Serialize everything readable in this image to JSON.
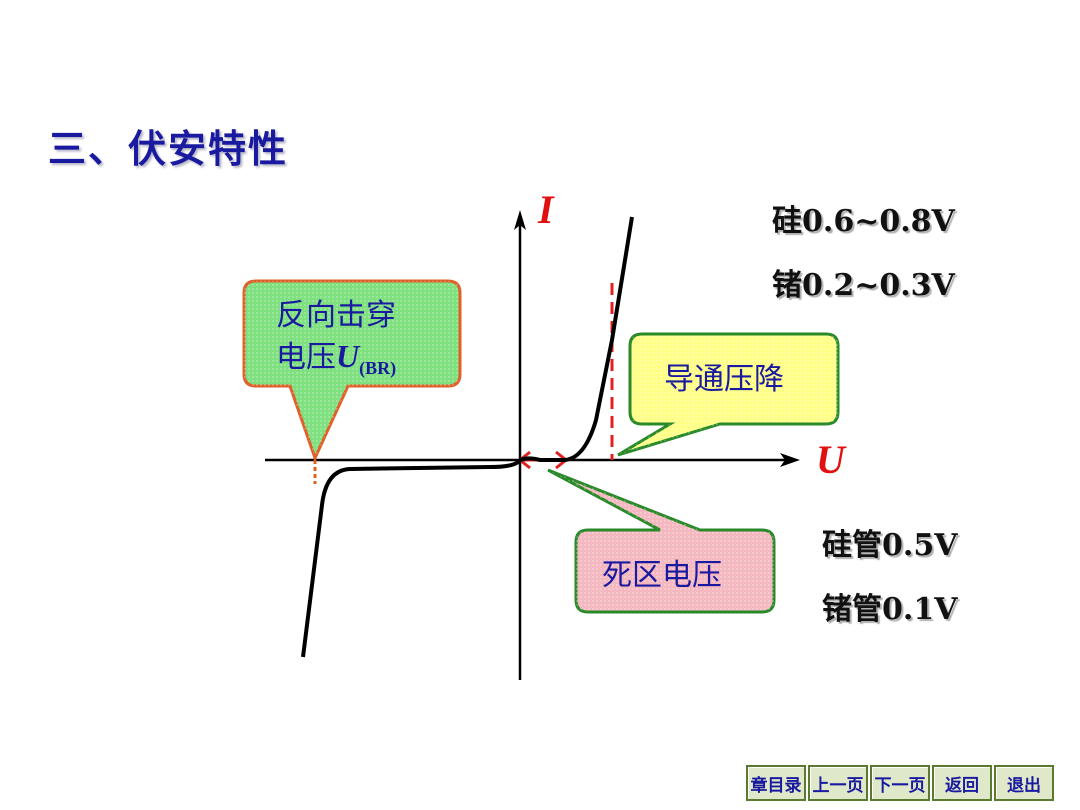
{
  "title": "三、伏安特性",
  "axes": {
    "y_label": "I",
    "x_label": "U"
  },
  "notes": {
    "si_turn_on": "硅0.6~0.8V",
    "ge_turn_on": "锗0.2~0.3V",
    "si_dead": "硅管0.5V",
    "ge_dead": "锗管0.1V"
  },
  "callouts": {
    "breakdown": {
      "line1": "反向击穿",
      "line2_prefix": "电压",
      "symbol": "U",
      "subscript": "(BR)"
    },
    "forward_drop": "导通压降",
    "dead_zone": "死区电压"
  },
  "colors": {
    "title": "#1a1aa0",
    "axis_label": "#e01010",
    "breakdown_fill": "#7ee07e",
    "forward_fill": "#ffff88",
    "dead_fill": "#f4b8c0",
    "callout_border_red": "#e0602a",
    "callout_border_green": "#2a8a2a",
    "dashed_line": "#e02020"
  },
  "nav": [
    "章目录",
    "上一页",
    "下一页",
    "返回",
    "退出"
  ]
}
